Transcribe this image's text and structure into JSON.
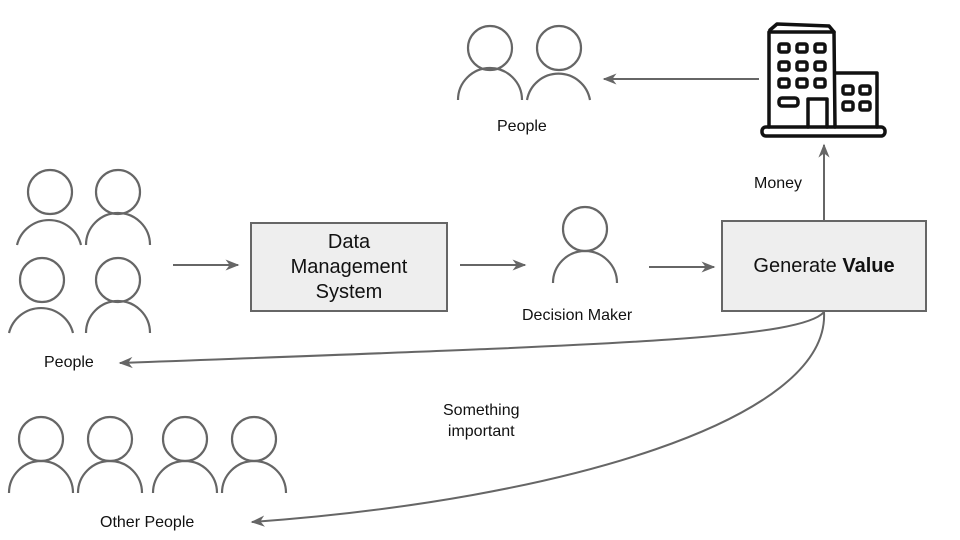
{
  "diagram": {
    "title": "",
    "colors": {
      "stroke": "#666666",
      "box_fill": "#eeeeee",
      "icon_dark": "#111111",
      "text": "#111111"
    },
    "nodes": {
      "people_top": {
        "label": "People",
        "icon": "person-icon",
        "count": 2
      },
      "company": {
        "icon": "building-icon"
      },
      "people_left": {
        "label": "People",
        "icon": "person-icon",
        "count": 4
      },
      "data_management_system": {
        "line1": "Data",
        "line2": "Management",
        "line3": "System"
      },
      "decision_maker": {
        "label": "Decision Maker",
        "icon": "person-icon",
        "count": 1
      },
      "generate_value": {
        "text_regular": "Generate ",
        "text_bold": "Value"
      },
      "other_people": {
        "label": "Other People",
        "icon": "person-icon",
        "count": 4
      }
    },
    "edges": [
      {
        "from": "people_left",
        "to": "data_management_system",
        "label": ""
      },
      {
        "from": "data_management_system",
        "to": "decision_maker",
        "label": ""
      },
      {
        "from": "decision_maker",
        "to": "generate_value",
        "label": ""
      },
      {
        "from": "generate_value",
        "to": "company",
        "label": "Money"
      },
      {
        "from": "company",
        "to": "people_top",
        "label": ""
      },
      {
        "from": "generate_value",
        "to": "people_left",
        "label": ""
      },
      {
        "from": "generate_value",
        "to": "other_people",
        "label": "Something important"
      }
    ],
    "edge_labels": {
      "money": "Money",
      "something_line1": "Something",
      "something_line2": "important"
    }
  }
}
